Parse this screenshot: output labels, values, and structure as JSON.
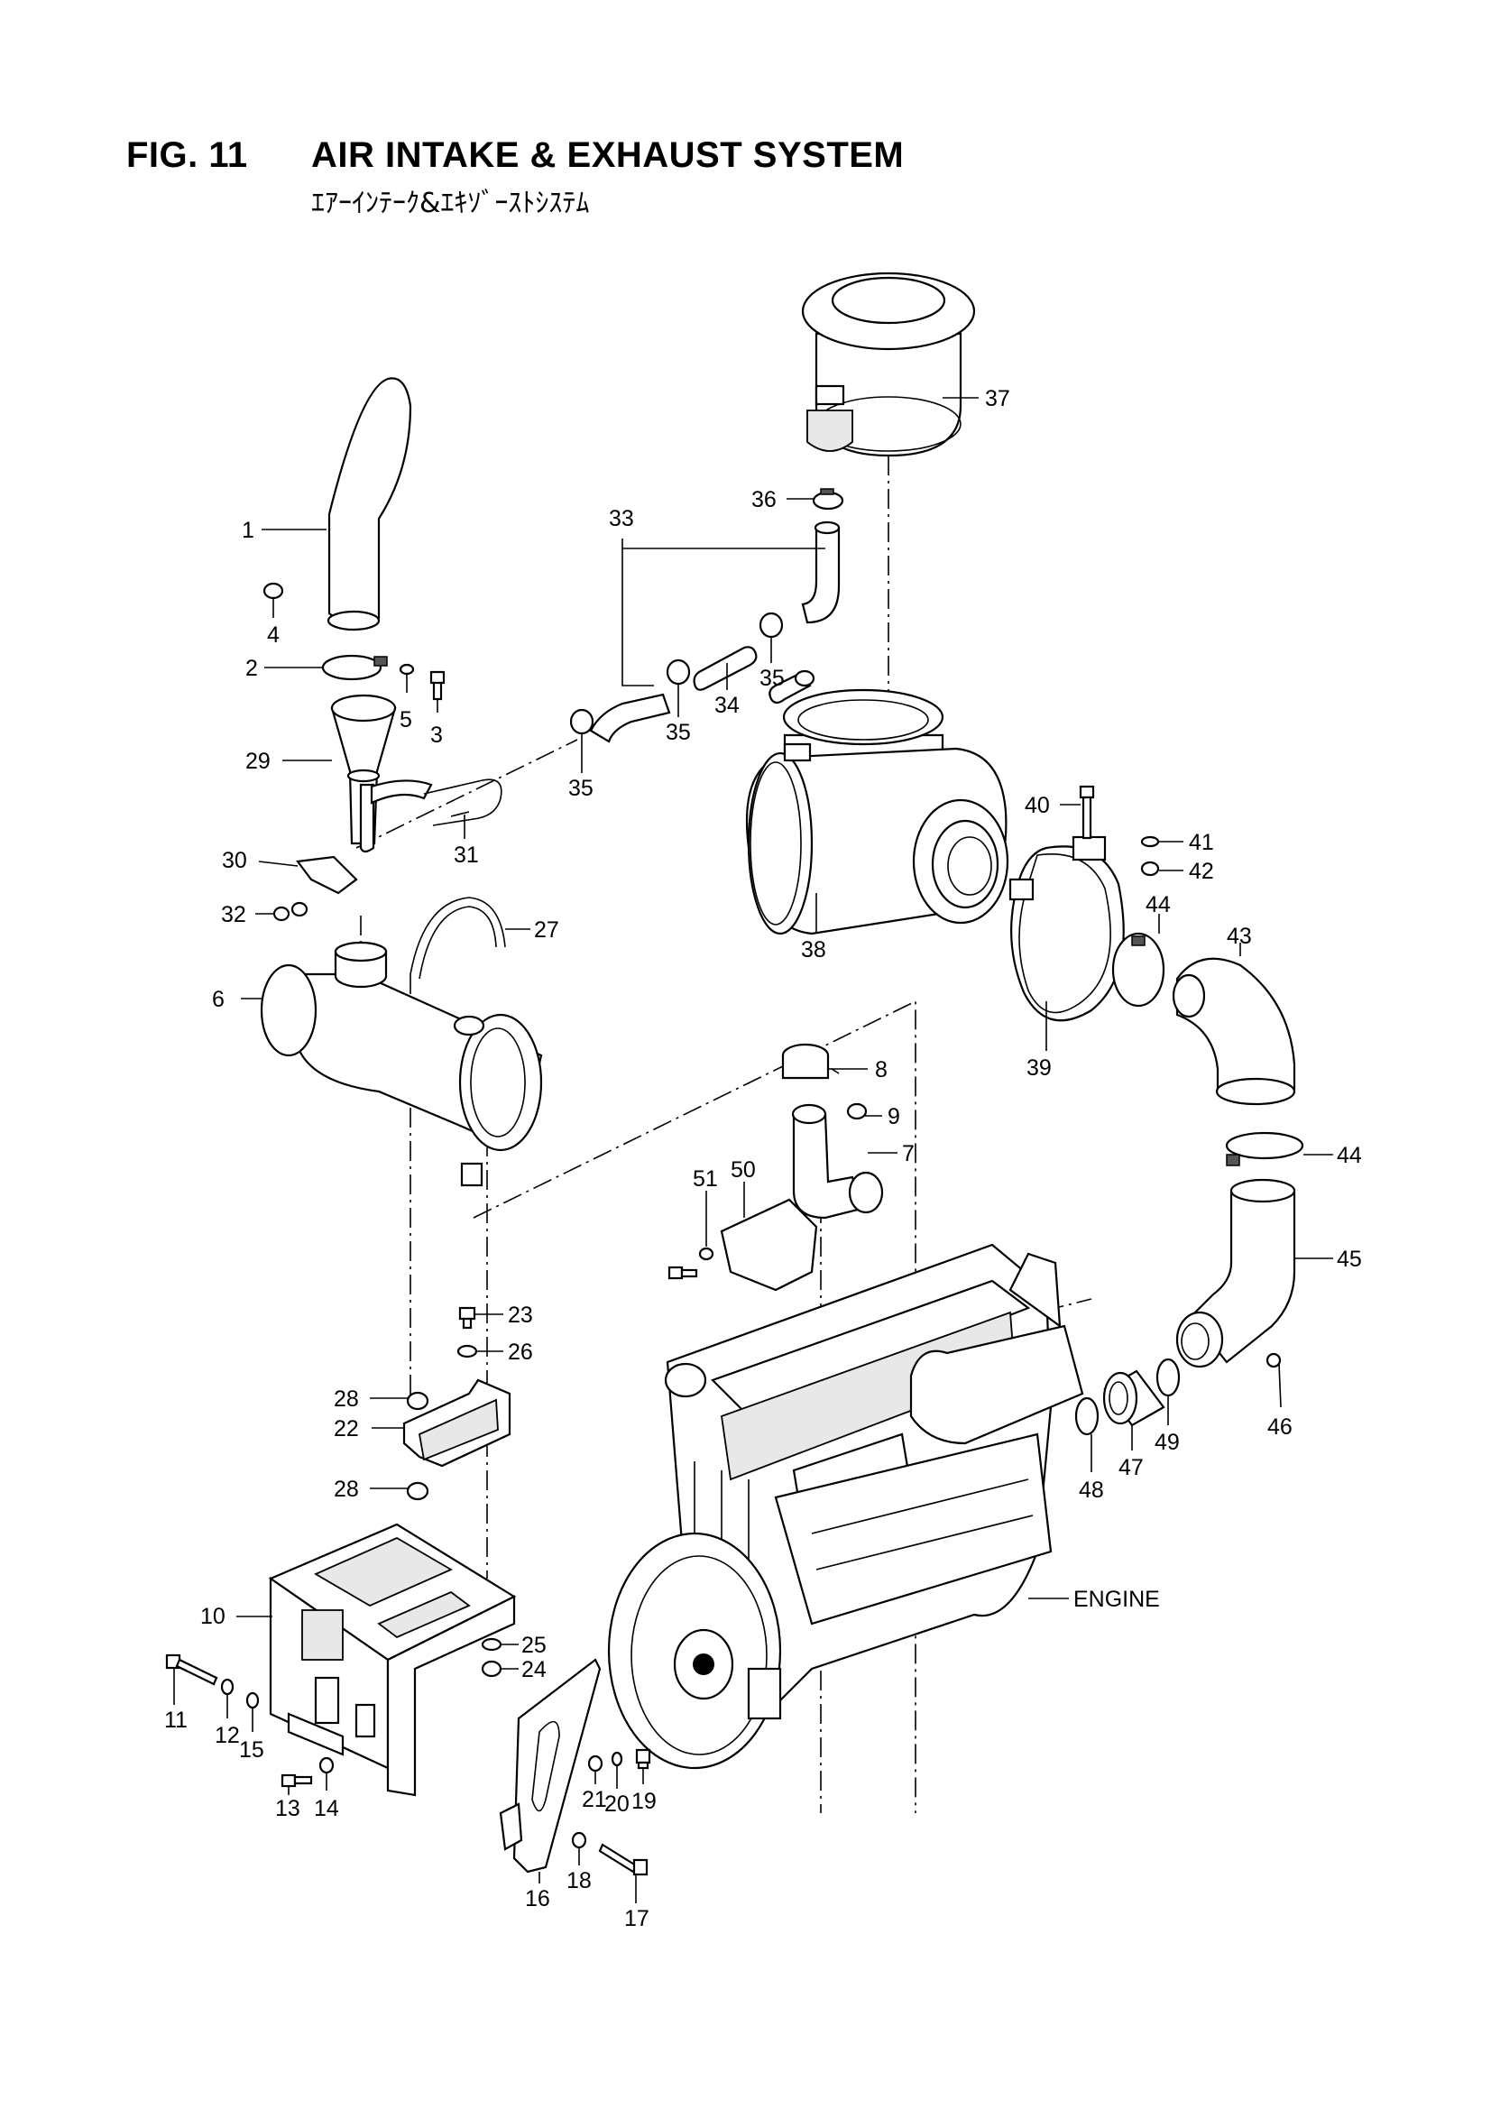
{
  "header": {
    "fig_no": "FIG. 11",
    "title": "AIR INTAKE & EXHAUST SYSTEM",
    "title_jp": "ｴｱｰｲﾝﾃｰｸ&ｴｷｿﾞｰｽﾄｼｽﾃﾑ"
  },
  "labels": {
    "l1": "1",
    "l2": "2",
    "l3": "3",
    "l4": "4",
    "l5": "5",
    "l6": "6",
    "l7": "7",
    "l8": "8",
    "l9": "9",
    "l10": "10",
    "l11": "11",
    "l12": "12",
    "l13": "13",
    "l14": "14",
    "l15": "15",
    "l16": "16",
    "l17": "17",
    "l18": "18",
    "l19": "19",
    "l20": "20",
    "l21": "21",
    "l22": "22",
    "l23": "23",
    "l24": "24",
    "l25": "25",
    "l26": "26",
    "l27": "27",
    "l28a": "28",
    "l28b": "28",
    "l29": "29",
    "l30": "30",
    "l31": "31",
    "l32": "32",
    "l33": "33",
    "l34": "34",
    "l35a": "35",
    "l35b": "35",
    "l35c": "35",
    "l36": "36",
    "l37": "37",
    "l38": "38",
    "l39": "39",
    "l40": "40",
    "l41": "41",
    "l42": "42",
    "l43": "43",
    "l44a": "44",
    "l44b": "44",
    "l45": "45",
    "l46": "46",
    "l47": "47",
    "l48": "48",
    "l49": "49",
    "l50": "50",
    "l51": "51",
    "engine": "ENGINE"
  }
}
